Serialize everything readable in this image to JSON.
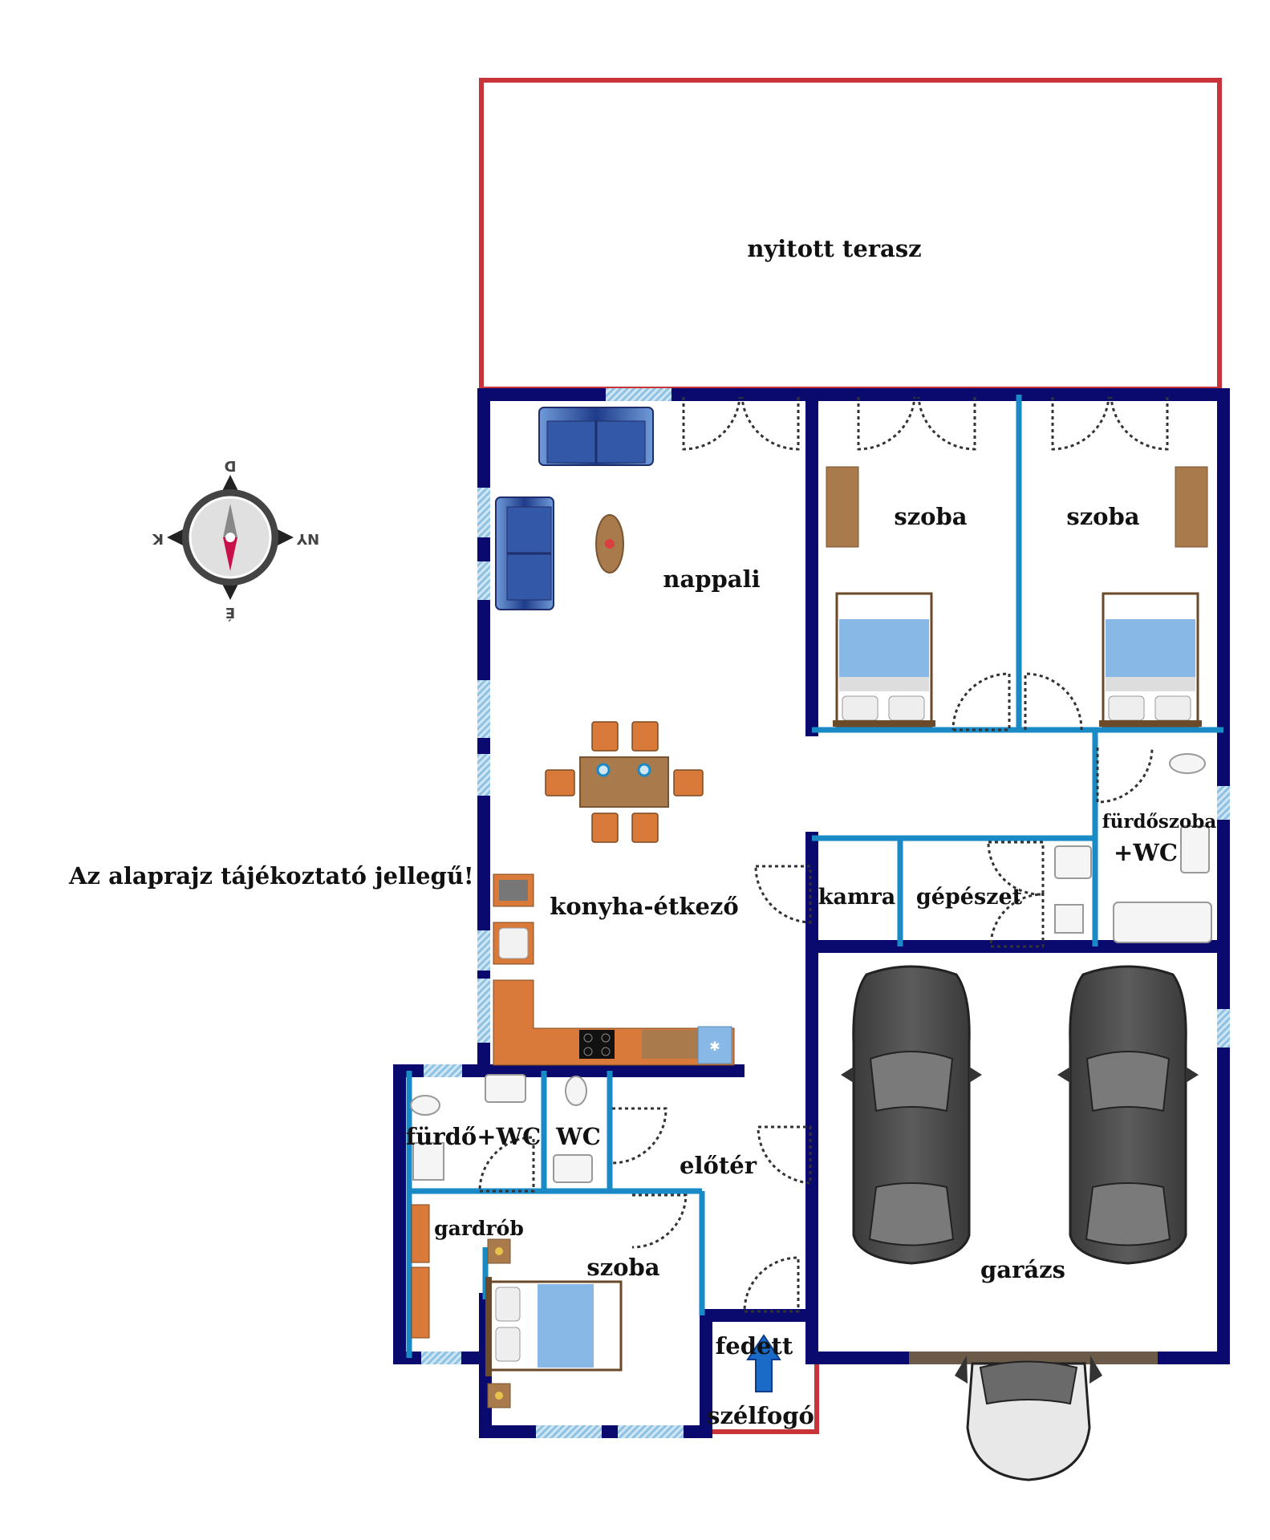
{
  "colors": {
    "wall_outer": "#0a0a6e",
    "wall_inner": "#1a8ac7",
    "terrace_outline": "#c8343a",
    "window": "#a9d3ec",
    "furniture_orange": "#d97a3a",
    "furniture_wood": "#a87a4c",
    "bed_blue": "#88b8e6",
    "car_dark": "#4a4a4a"
  },
  "rooms": {
    "terrace": "nyitott terasz",
    "living": "nappali",
    "bedroom1": "szoba",
    "bedroom2": "szoba",
    "bathroom": "fürdőszoba",
    "bathroom_wc": "+WC",
    "kitchen": "konyha-étkező",
    "pantry": "kamra",
    "mechanical": "gépészet",
    "garage": "garázs",
    "bath_wc_small": "fürdő+WC",
    "wc": "WC",
    "hall": "előtér",
    "wardrobe": "gardrób",
    "bedroom3": "szoba",
    "covered": "fedett",
    "vestibule": "szélfogó"
  },
  "note": "Az alaprajz tájékoztató jellegű!",
  "compass": {
    "north": "É",
    "south": "D",
    "east": "K",
    "west": "NY"
  }
}
